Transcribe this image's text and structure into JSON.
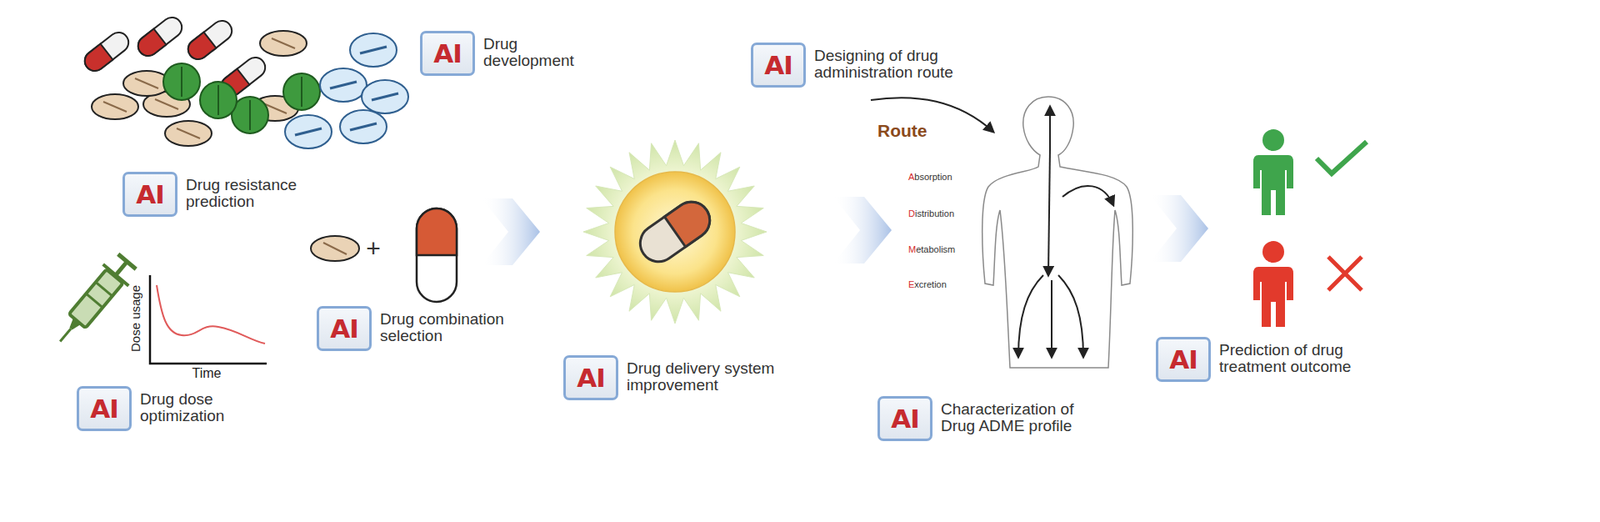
{
  "diagram": {
    "nodes": [
      {
        "text": [
          "AI",
          "Drug development"
        ]
      },
      {
        "text": [
          "AI",
          "Drug resistance prediction"
        ]
      },
      {
        "text": [
          "AI",
          "Drug dose optimization"
        ]
      },
      {
        "text": [
          "AI",
          "Drug combination selection"
        ]
      },
      {
        "text": [
          "AI",
          "Drug delivery system improvement"
        ]
      },
      {
        "text": [
          "AI",
          "Designing of drug administration route"
        ]
      },
      {
        "text": [
          "AI",
          "Characterization of Drug ADME profile"
        ]
      },
      {
        "text": [
          "AI",
          "Prediction of drug treatment outcome"
        ]
      }
    ],
    "labels": [
      "+",
      "Dose usage",
      "Time",
      "Route",
      "Absorption",
      "Distribution",
      "Metabolism",
      "Excretion"
    ]
  }
}
